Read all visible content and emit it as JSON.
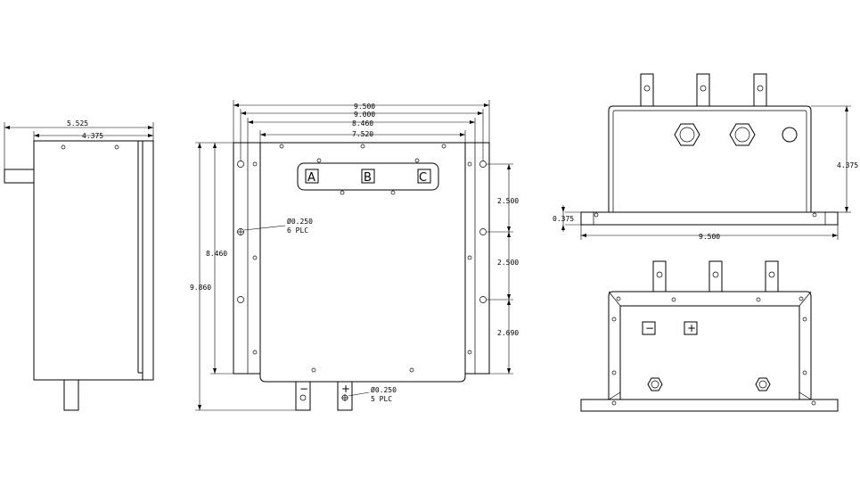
{
  "side_view": {
    "dim_overall": "5.525",
    "dim_body": "4.375"
  },
  "front_view": {
    "dim_9500": "9.500",
    "dim_9000": "9.000",
    "dim_8460": "8.460",
    "dim_7520": "7.520",
    "dim_height_8460": "8.460",
    "dim_height_9860": "9.860",
    "dim_2500_a": "2.500",
    "dim_2500_b": "2.500",
    "dim_2690": "2.690",
    "hole_note_1": "Ø0.250",
    "hole_note_1b": "6 PLC",
    "hole_note_2": "Ø0.250",
    "hole_note_2b": "5 PLC",
    "terminal_a": "A",
    "terminal_b": "B",
    "terminal_c": "C",
    "terminal_minus": "−",
    "terminal_plus": "+"
  },
  "top_right_view": {
    "dim_height": "4.375",
    "dim_base": "0.375",
    "dim_width": "9.500"
  },
  "bottom_right_view": {
    "terminal_minus": "−",
    "terminal_plus": "+"
  }
}
